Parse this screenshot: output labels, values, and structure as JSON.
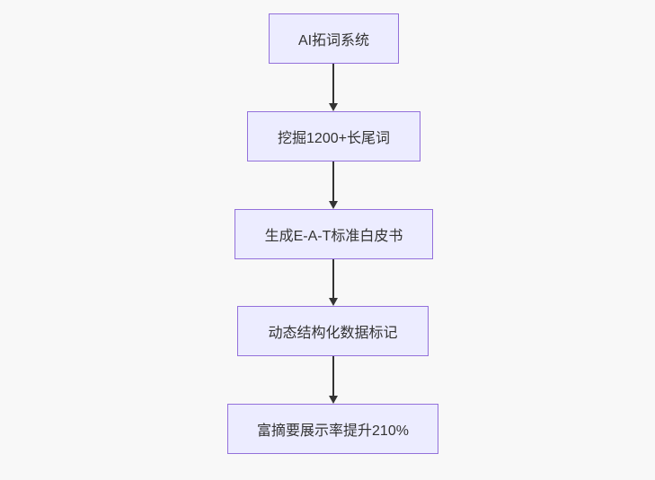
{
  "diagram": {
    "type": "flowchart-top-down",
    "colors": {
      "canvas_background": "#f8f8f8",
      "node_fill": "#ECECFF",
      "node_border": "#9370DB",
      "node_text": "#333333",
      "arrow": "#333333"
    },
    "nodes": [
      {
        "label": "AI拓词系统"
      },
      {
        "label": "挖掘1200+长尾词"
      },
      {
        "label": "生成E-A-T标准白皮书"
      },
      {
        "label": "动态结构化数据标记"
      },
      {
        "label": "富摘要展示率提升210%"
      }
    ],
    "edges": [
      {
        "from": 0,
        "to": 1
      },
      {
        "from": 1,
        "to": 2
      },
      {
        "from": 2,
        "to": 3
      },
      {
        "from": 3,
        "to": 4
      }
    ]
  }
}
